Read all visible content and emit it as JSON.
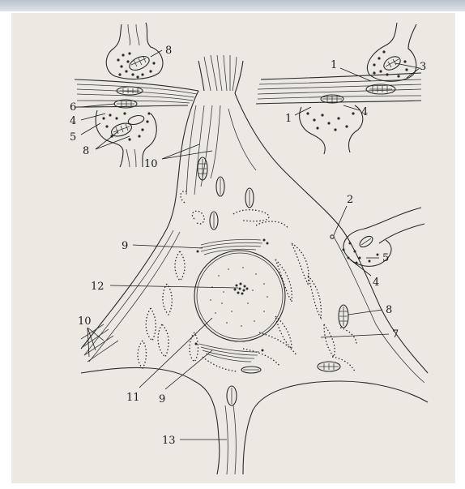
{
  "figure": {
    "labels": {
      "l1a": "1",
      "l1b": "1",
      "l2": "2",
      "l3": "3",
      "l4a": "4",
      "l4b": "4",
      "l4c": "4",
      "l5a": "5",
      "l5b": "5",
      "l6": "6",
      "l7": "7",
      "l8a": "8",
      "l8b": "8",
      "l8c": "8",
      "l9a": "9",
      "l9b": "9",
      "l10a": "10",
      "l10b": "10",
      "l11": "11",
      "l12": "12",
      "l13": "13"
    }
  }
}
